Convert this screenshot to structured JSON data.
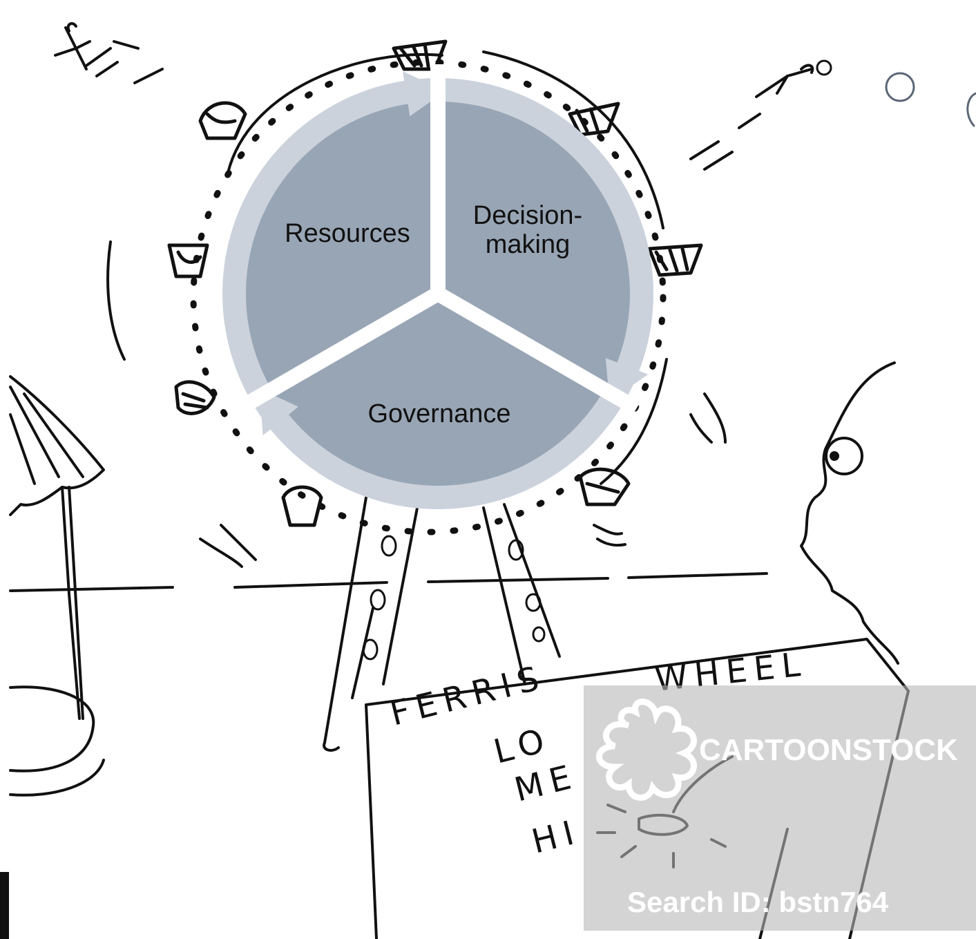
{
  "cycle": {
    "segments": [
      {
        "label_lines": [
          "Resources"
        ]
      },
      {
        "label_lines": [
          "Decision-",
          "making"
        ]
      },
      {
        "label_lines": [
          "Governance"
        ]
      }
    ],
    "colors": {
      "fill": "#98a5b5",
      "arrow": "#cbd2dc",
      "gap": "#ffffff"
    }
  },
  "cartoon": {
    "sign": {
      "title_1": "FERRIS",
      "title_2": "WHEEL",
      "levels": [
        "LO",
        "ME",
        "HI"
      ]
    }
  },
  "watermark": {
    "brand": "CARTOONSTOCK",
    "search_id": "Search ID: bstn764"
  }
}
